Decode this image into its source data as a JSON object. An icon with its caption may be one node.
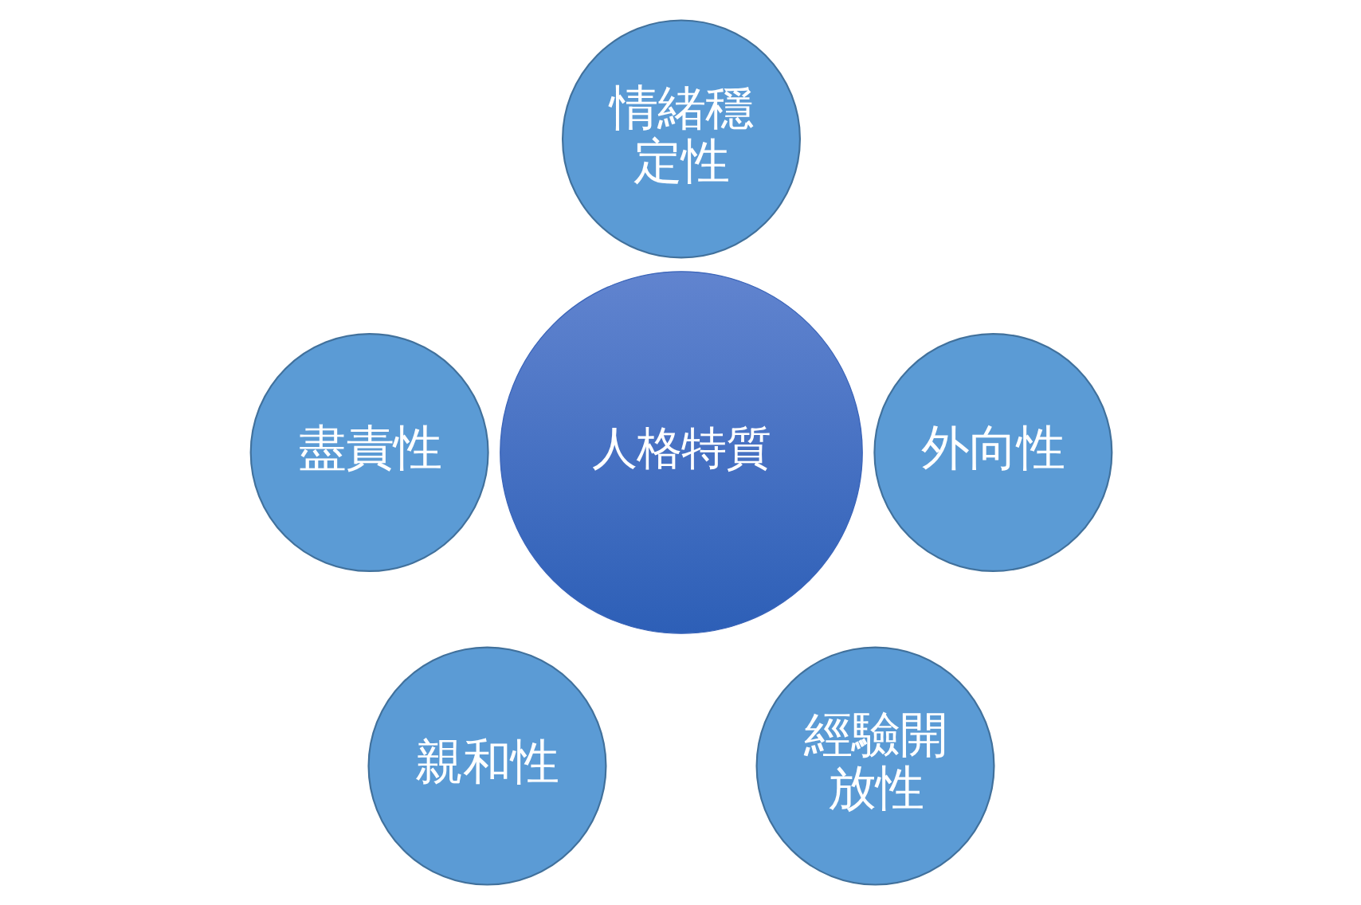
{
  "diagram": {
    "nodes": [
      {
        "text": [
          "情緒穩定性"
        ]
      },
      {
        "text": [
          "盡責性"
        ]
      },
      {
        "text": [
          "人格特質"
        ]
      },
      {
        "text": [
          "外向性"
        ]
      },
      {
        "text": [
          "親和性"
        ]
      },
      {
        "text": [
          "經驗開放性"
        ]
      }
    ]
  }
}
